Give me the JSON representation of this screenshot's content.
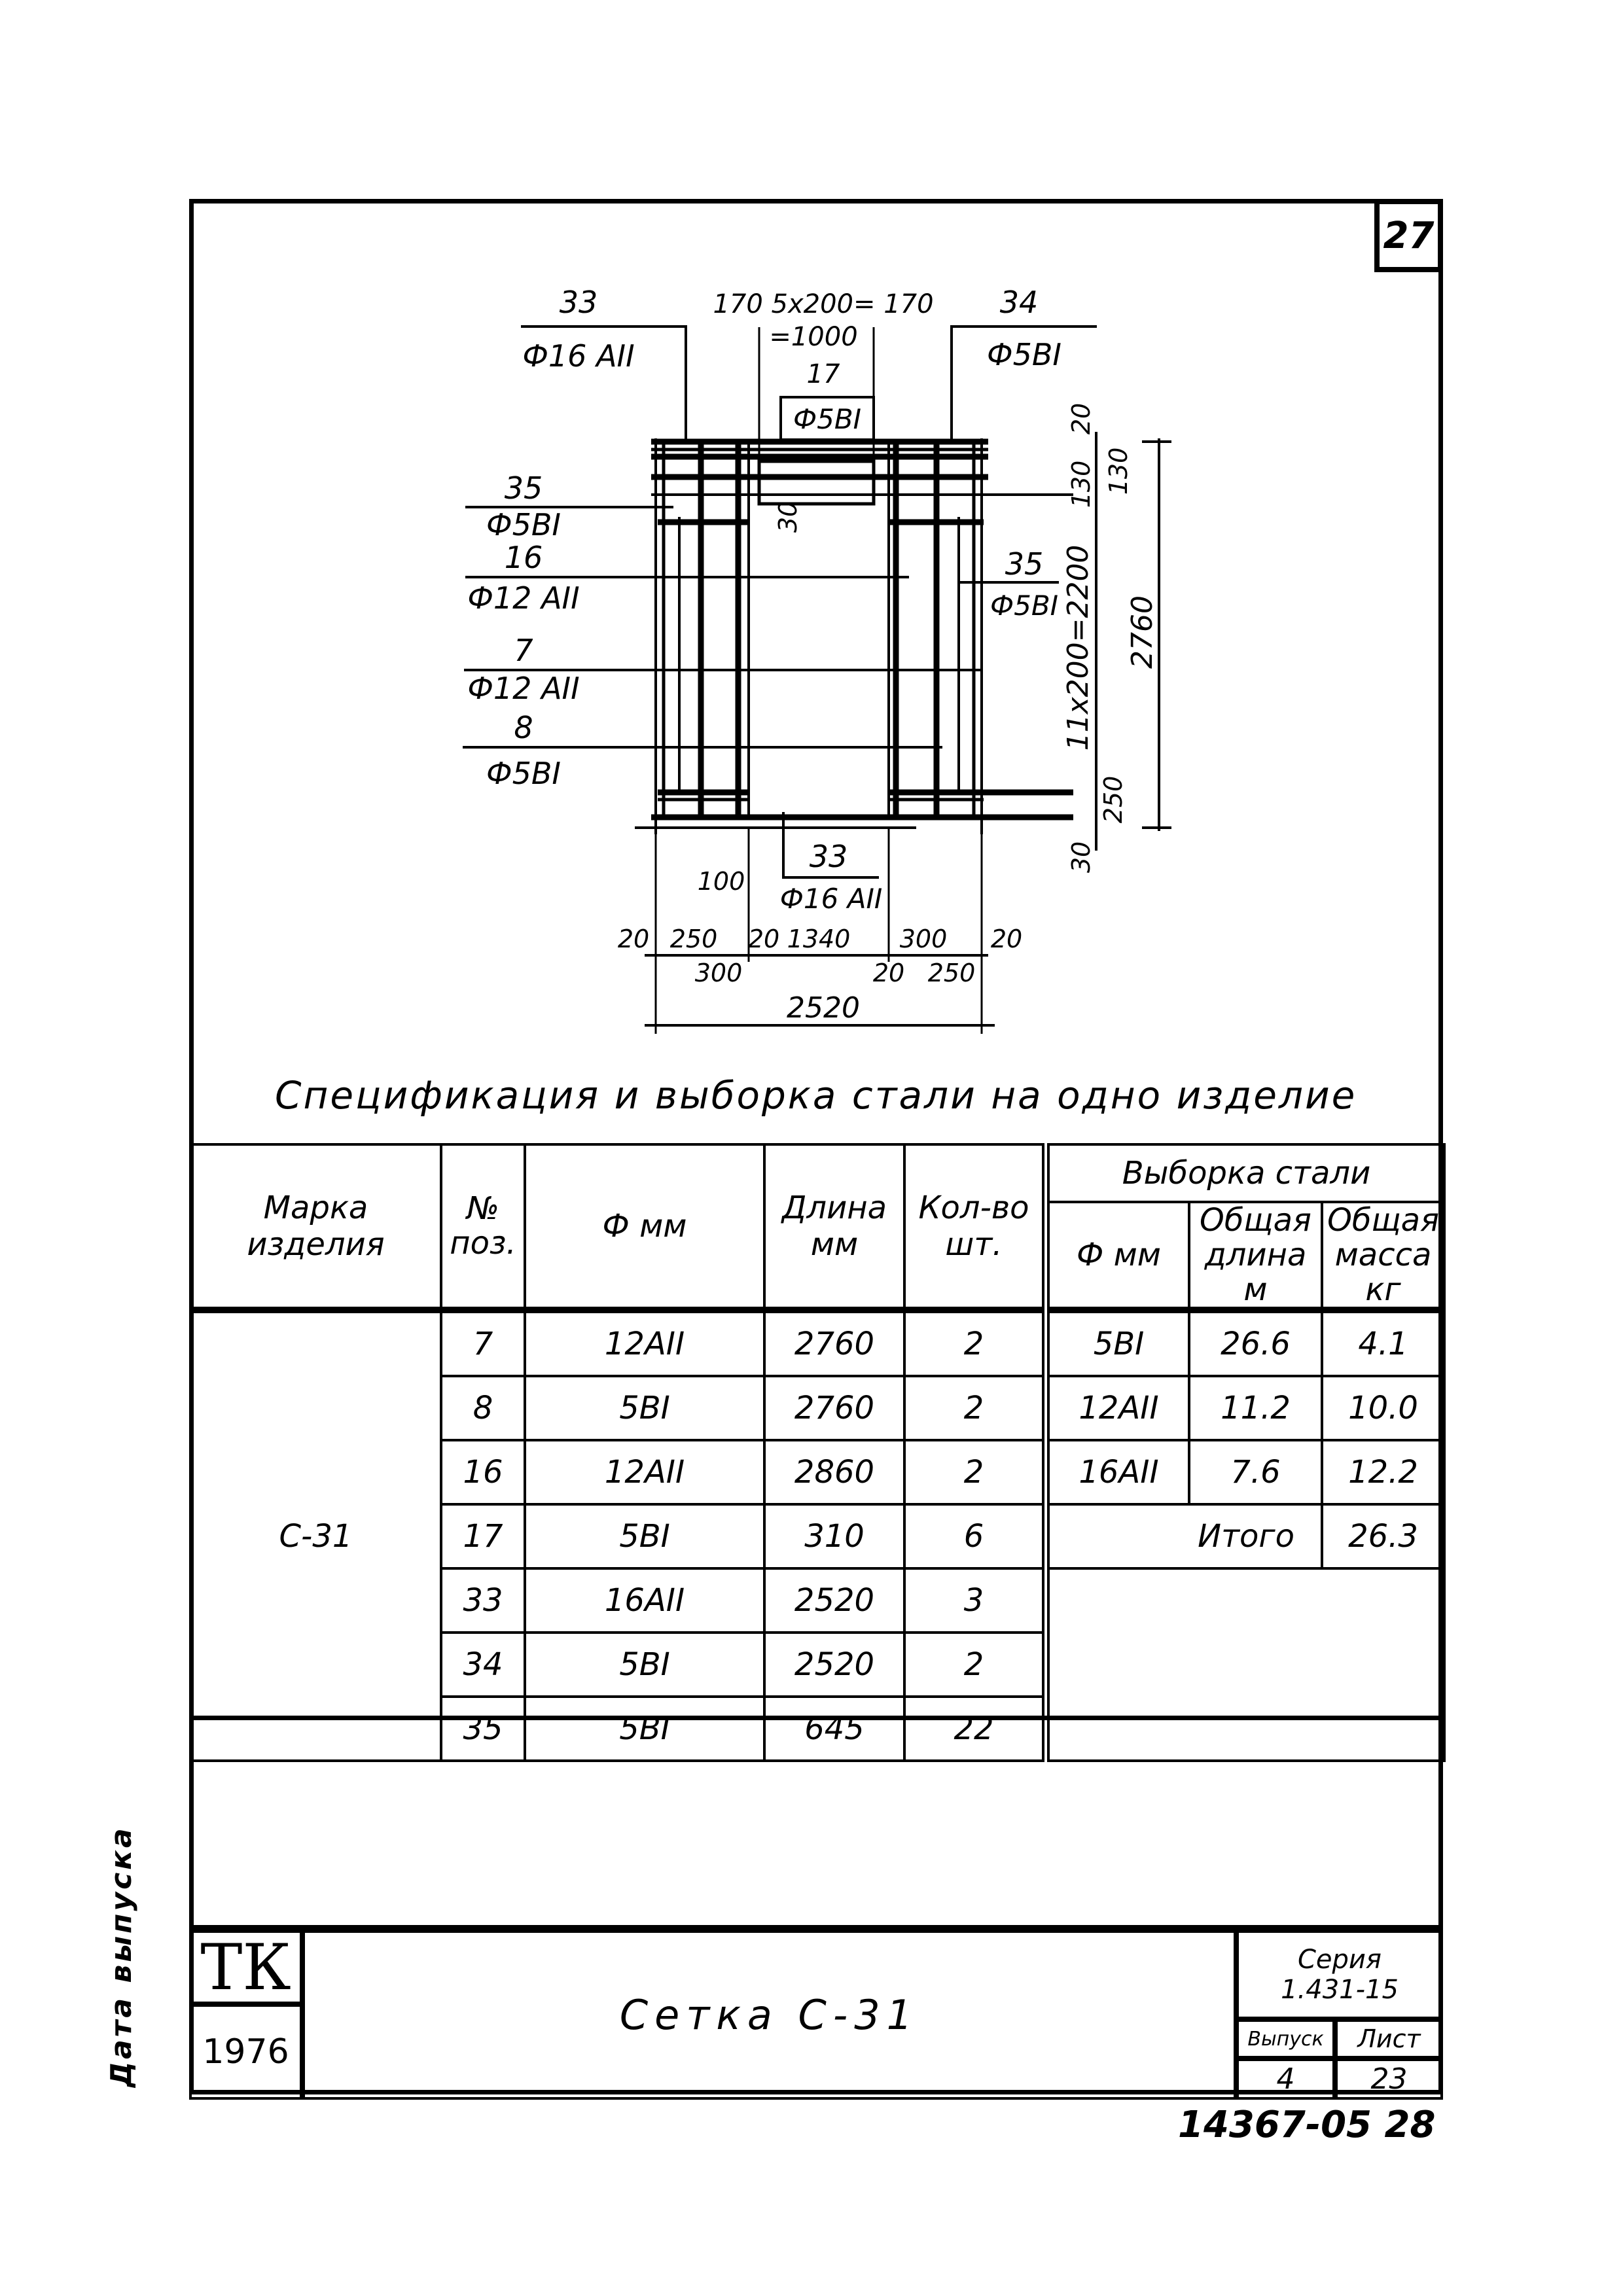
{
  "sheet_corner_number": "27",
  "drawing": {
    "top_left_label": {
      "pos": "33",
      "bar": "Ф16 АII"
    },
    "top_dims": {
      "line1": "170  5x200=  170",
      "line2": "=1000"
    },
    "top_center_label": {
      "pos": "17",
      "bar": "Ф5ВI"
    },
    "top_right_label": {
      "pos": "34",
      "bar": "Ф5ВI"
    },
    "left_labels": [
      {
        "pos": "35",
        "bar": "Ф5ВI"
      },
      {
        "pos": "16",
        "bar": "Ф12 АII"
      },
      {
        "pos": "7",
        "bar": "Ф12 АII"
      },
      {
        "pos": "8",
        "bar": "Ф5ВI"
      }
    ],
    "right_label": {
      "pos": "35",
      "bar": "Ф5ВI"
    },
    "bottom_label": {
      "pos": "33",
      "bar": "Ф16 АII"
    },
    "vertical_dims": {
      "top_20": "20",
      "top_130a": "130",
      "top_130b": "130",
      "spacing": "11x200=2200",
      "total": "2760",
      "bottom_250": "250",
      "bottom_30": "30",
      "inner_30": "30"
    },
    "horizontal_dims": {
      "d20a": "20",
      "d250a": "250",
      "d20b": "20",
      "d1340": "1340",
      "d300a": "300",
      "d20c": "20",
      "d300b": "300",
      "d20d": "20",
      "d250b": "250",
      "d100": "100",
      "total": "2520"
    }
  },
  "spec_title": "Спецификация и выборка стали на одно изделие",
  "table": {
    "headers": {
      "mark": "Марка изделия",
      "pos": "№ поз.",
      "dia": "Ф мм",
      "length": "Длина мм",
      "qty": "Кол-во шт.",
      "selection": "Выборка стали",
      "sel_dia": "Ф мм",
      "sel_length": "Общая длина м",
      "sel_mass": "Общая масса кг"
    },
    "mark": "С-31",
    "rows": [
      {
        "pos": "7",
        "dia": "12АII",
        "length": "2760",
        "qty": "2"
      },
      {
        "pos": "8",
        "dia": "5ВI",
        "length": "2760",
        "qty": "2"
      },
      {
        "pos": "16",
        "dia": "12АII",
        "length": "2860",
        "qty": "2"
      },
      {
        "pos": "17",
        "dia": "5ВI",
        "length": "310",
        "qty": "6"
      },
      {
        "pos": "33",
        "dia": "16АII",
        "length": "2520",
        "qty": "3"
      },
      {
        "pos": "34",
        "dia": "5ВI",
        "length": "2520",
        "qty": "2"
      },
      {
        "pos": "35",
        "dia": "5ВI",
        "length": "645",
        "qty": "22"
      }
    ],
    "selection_rows": [
      {
        "dia": "5ВI",
        "length": "26.6",
        "mass": "4.1"
      },
      {
        "dia": "12АII",
        "length": "11.2",
        "mass": "10.0"
      },
      {
        "dia": "16АII",
        "length": "7.6",
        "mass": "12.2"
      }
    ],
    "total_label": "Итого",
    "total_mass": "26.3"
  },
  "title_block": {
    "org": "ТК",
    "year": "1976",
    "name": "Сетка С-31",
    "series_label": "Серия",
    "series_value": "1.431-15",
    "issue_label": "Выпуск",
    "sheet_label": "Лист",
    "issue_value": "4",
    "sheet_value": "23"
  },
  "margin_label": "Дата выпуска",
  "doc_number": "14367-05  28"
}
